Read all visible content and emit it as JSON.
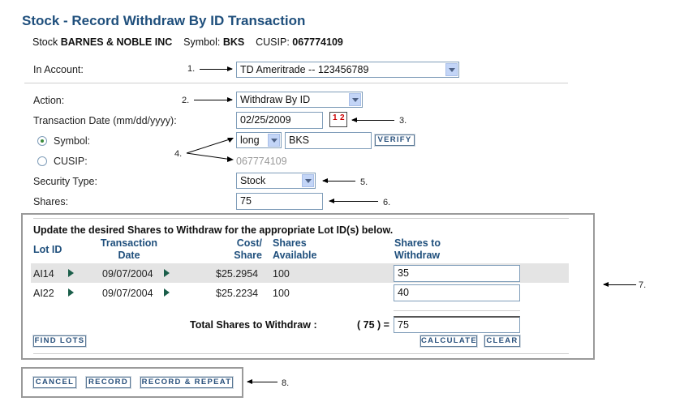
{
  "page_title": "Stock - Record Withdraw By ID Transaction",
  "stock": {
    "prefix": "Stock",
    "name": "BARNES & NOBLE INC",
    "symbol_label": "Symbol:",
    "symbol": "BKS",
    "cusip_label": "CUSIP:",
    "cusip": "067774109"
  },
  "form": {
    "account_label": "In Account:",
    "account_value": "TD Ameritrade -- 123456789",
    "action_label": "Action:",
    "action_value": "Withdraw By ID",
    "date_label": "Transaction Date (mm/dd/yyyy):",
    "date_value": "02/25/2009",
    "calendar_glyph": {
      "d1": "1",
      "d2": "2"
    },
    "symbol_radio_label": "Symbol:",
    "symbol_type_value": "long",
    "symbol_value": "BKS",
    "verify_label": "VERIFY",
    "cusip_radio_label": "CUSIP:",
    "cusip_value": "067774109",
    "security_type_label": "Security Type:",
    "security_type_value": "Stock",
    "shares_label": "Shares:",
    "shares_value": "75"
  },
  "lots": {
    "instruction": "Update the desired Shares to Withdraw for the appropriate Lot ID(s) below.",
    "headers": {
      "lot_id": "Lot ID",
      "date_1": "Transaction",
      "date_2": "Date",
      "cost_1": "Cost/",
      "cost_2": "Share",
      "avail_1": "Shares",
      "avail_2": "Available",
      "withdraw_1": "Shares to",
      "withdraw_2": "Withdraw"
    },
    "rows": [
      {
        "lot_id": "AI14",
        "date": "09/07/2004",
        "cost": "$25.2954",
        "available": "100",
        "withdraw": "35"
      },
      {
        "lot_id": "AI22",
        "date": "09/07/2004",
        "cost": "$25.2234",
        "available": "100",
        "withdraw": "40"
      }
    ],
    "total_label": "Total Shares to Withdraw :",
    "total_expected": "( 75 ) =",
    "total_value": "75",
    "find_lots_label": "FIND LOTS",
    "calculate_label": "CALCULATE",
    "clear_label": "CLEAR"
  },
  "actions": {
    "cancel_label": "CANCEL",
    "record_label": "RECORD",
    "record_repeat_label": "RECORD & REPEAT"
  },
  "annotations": {
    "n1": "1.",
    "n2": "2.",
    "n3": "3.",
    "n4": "4.",
    "n5": "5.",
    "n6": "6.",
    "n7": "7.",
    "n8": "8."
  },
  "colors": {
    "title": "#1f4f7c",
    "row_highlight": "#e4e4e4",
    "lot_arrow": "#1b5e4a"
  },
  "icons": [
    "calendar-icon",
    "dropdown-arrow-icon",
    "radio-icon",
    "lot-expand-arrow-icon",
    "annotation-arrow-icon"
  ]
}
